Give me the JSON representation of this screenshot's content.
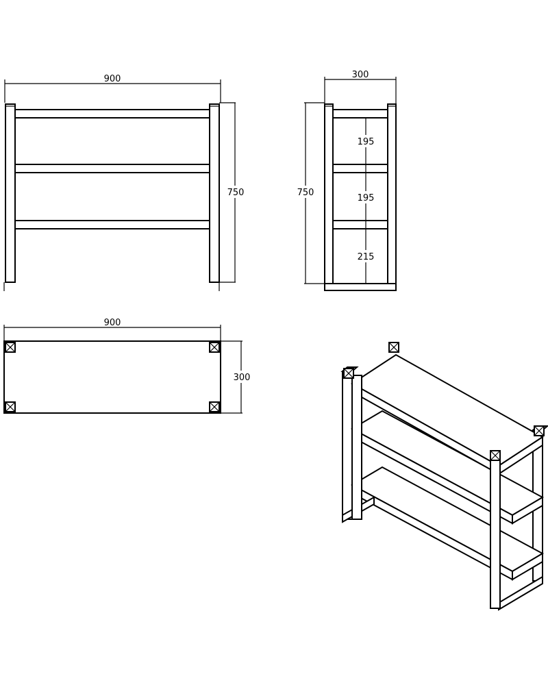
{
  "front_view": {
    "width_label": "900",
    "height_label": "750"
  },
  "side_view": {
    "depth_label": "300",
    "height_label": "750",
    "spacing_labels": [
      "195",
      "195",
      "215"
    ]
  },
  "top_view": {
    "width_label": "900",
    "depth_label": "300"
  },
  "colors": {
    "line": "#000000",
    "background": "#ffffff"
  }
}
